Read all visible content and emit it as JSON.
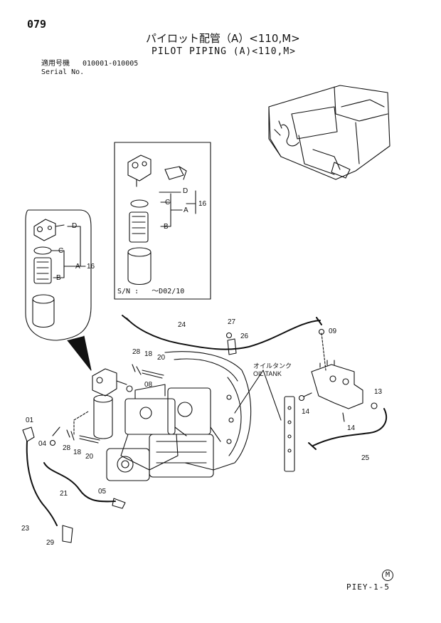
{
  "header": {
    "page_number": "079",
    "title_jp": "パイロット配管（A）<110,M>",
    "title_en": "PILOT PIPING (A)<110,M>",
    "serial_label_jp": "適用号機",
    "serial_label_en": "Serial No.",
    "serial_range": "010001-010005"
  },
  "inset": {
    "sn_label": "S/N :",
    "sn_value": "～D02/10"
  },
  "annotations": {
    "oil_tank_jp": "オイルタンク",
    "oil_tank_en": "OIL TANK"
  },
  "callouts": {
    "c01": "01",
    "c04": "04",
    "c05": "05",
    "c08": "08",
    "c09": "09",
    "c13": "13",
    "c14a": "14",
    "c14b": "14",
    "c16a": "16",
    "c16b": "16",
    "c18a": "18",
    "c18b": "18",
    "c20a": "20",
    "c20b": "20",
    "c21": "21",
    "c23": "23",
    "c24": "24",
    "c25": "25",
    "c26": "26",
    "c27": "27",
    "c28a": "28",
    "c28b": "28",
    "c29": "29",
    "cA1": "A",
    "cB1": "B",
    "cC1": "C",
    "cD1": "D",
    "cA2": "A",
    "cB2": "B",
    "cC2": "C",
    "cD2": "D"
  },
  "footer": {
    "code": "PIEY-1-5",
    "mark": "M"
  }
}
